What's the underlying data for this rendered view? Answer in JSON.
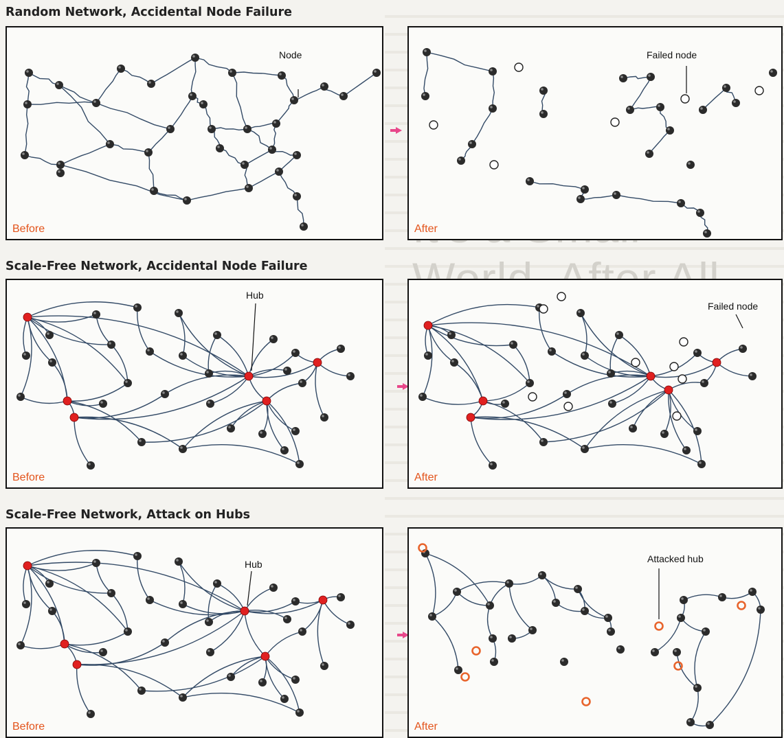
{
  "rows": [
    {
      "title": "Random Network, Accidental Node Failure",
      "before": {
        "caption": "Before",
        "callout": "Node"
      },
      "after": {
        "caption": "After",
        "callout": "Failed node"
      }
    },
    {
      "title": "Scale-Free Network, Accidental Node Failure",
      "before": {
        "caption": "Before",
        "callout": "Hub"
      },
      "after": {
        "caption": "After",
        "callout": "Failed node"
      }
    },
    {
      "title": "Scale-Free Network, Attack on Hubs",
      "before": {
        "caption": "Before",
        "callout": "Hub"
      },
      "after": {
        "caption": "After",
        "callout": "Attacked hub"
      }
    }
  ],
  "background": {
    "heading": "It's a Small World, After All"
  },
  "colors": {
    "node": "#2b2b2b",
    "hub": "#e02020",
    "failed_random": "#ffffff",
    "attacked": "#e8642c",
    "edge": "#334a66",
    "arrow": "#e8478a"
  }
}
